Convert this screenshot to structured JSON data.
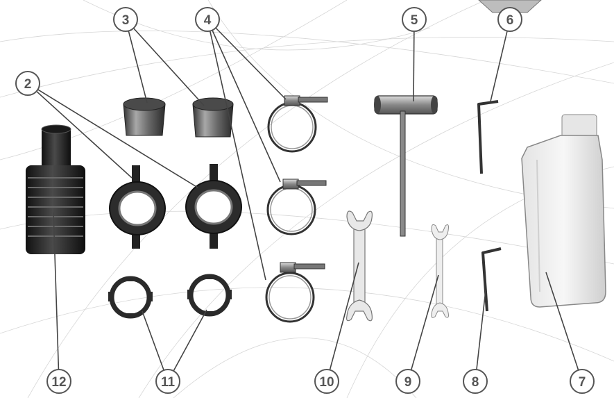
{
  "diagram": {
    "parts": [
      {
        "id": "strainer",
        "number": "12",
        "icon": "suction-strainer-icon"
      },
      {
        "id": "union-nuts",
        "number": "11",
        "icon": "union-nut-icon"
      },
      {
        "id": "open-end-wrench-large",
        "number": "10",
        "icon": "open-end-wrench-icon"
      },
      {
        "id": "open-end-wrench-small",
        "number": "9",
        "icon": "open-end-wrench-icon"
      },
      {
        "id": "hex-key-small",
        "number": "8",
        "icon": "hex-key-icon"
      },
      {
        "id": "oil-bottle",
        "number": "7",
        "icon": "oil-bottle-icon"
      },
      {
        "id": "hex-key-large",
        "number": "6",
        "icon": "hex-key-icon"
      },
      {
        "id": "spark-plug-wrench",
        "number": "5",
        "icon": "t-wrench-icon"
      },
      {
        "id": "hose-clamps",
        "number": "4",
        "icon": "hose-clamp-icon"
      },
      {
        "id": "hose-sleeves",
        "number": "3",
        "icon": "hose-sleeve-icon"
      },
      {
        "id": "pipe-couplings",
        "number": "2",
        "icon": "pipe-coupling-icon"
      }
    ],
    "colors": {
      "callout_text": "#555555",
      "callout_border": "#555555",
      "rubber": "#2a2a2a",
      "metal": "#9a9a9a",
      "plastic": "#eeeeee"
    }
  }
}
